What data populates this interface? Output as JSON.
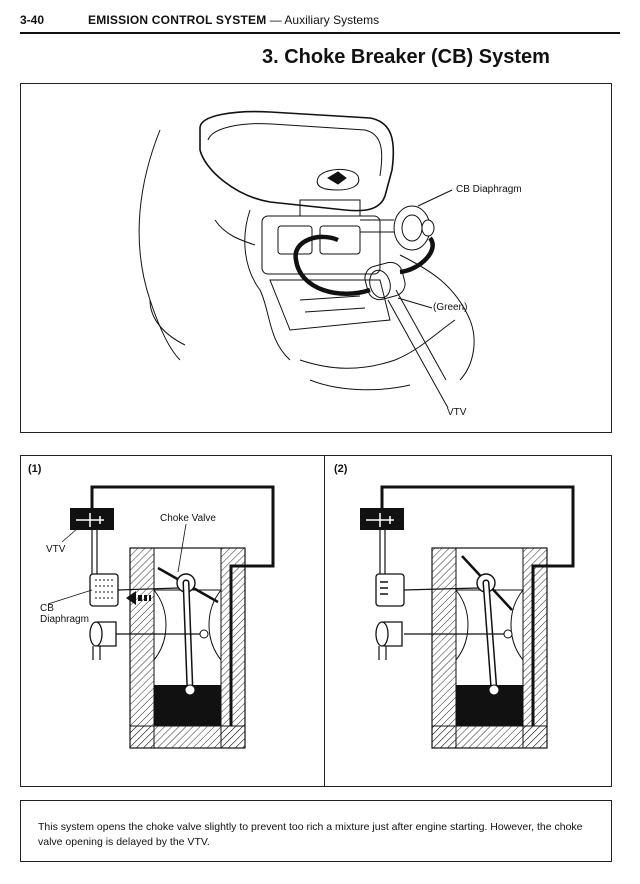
{
  "header": {
    "page_number": "3-40",
    "section_bold": "EMISSION CONTROL SYSTEM",
    "section_rest": " — Auxiliary Systems"
  },
  "title": "3. Choke Breaker (CB) System",
  "figure_top": {
    "labels": {
      "cb_diaphragm": "CB Diaphragm",
      "green": "(Green)",
      "vtv": "VTV"
    }
  },
  "figure_bottom": {
    "panel_1": {
      "label": "(1)",
      "vtv": "VTV",
      "choke_valve": "Choke Valve",
      "cb_diaphragm": "CB\nDiaphragm"
    },
    "panel_2": {
      "label": "(2)"
    }
  },
  "description": "This system opens the choke valve slightly to prevent too rich a mixture just after engine starting. However, the choke valve opening is delayed by the VTV."
}
